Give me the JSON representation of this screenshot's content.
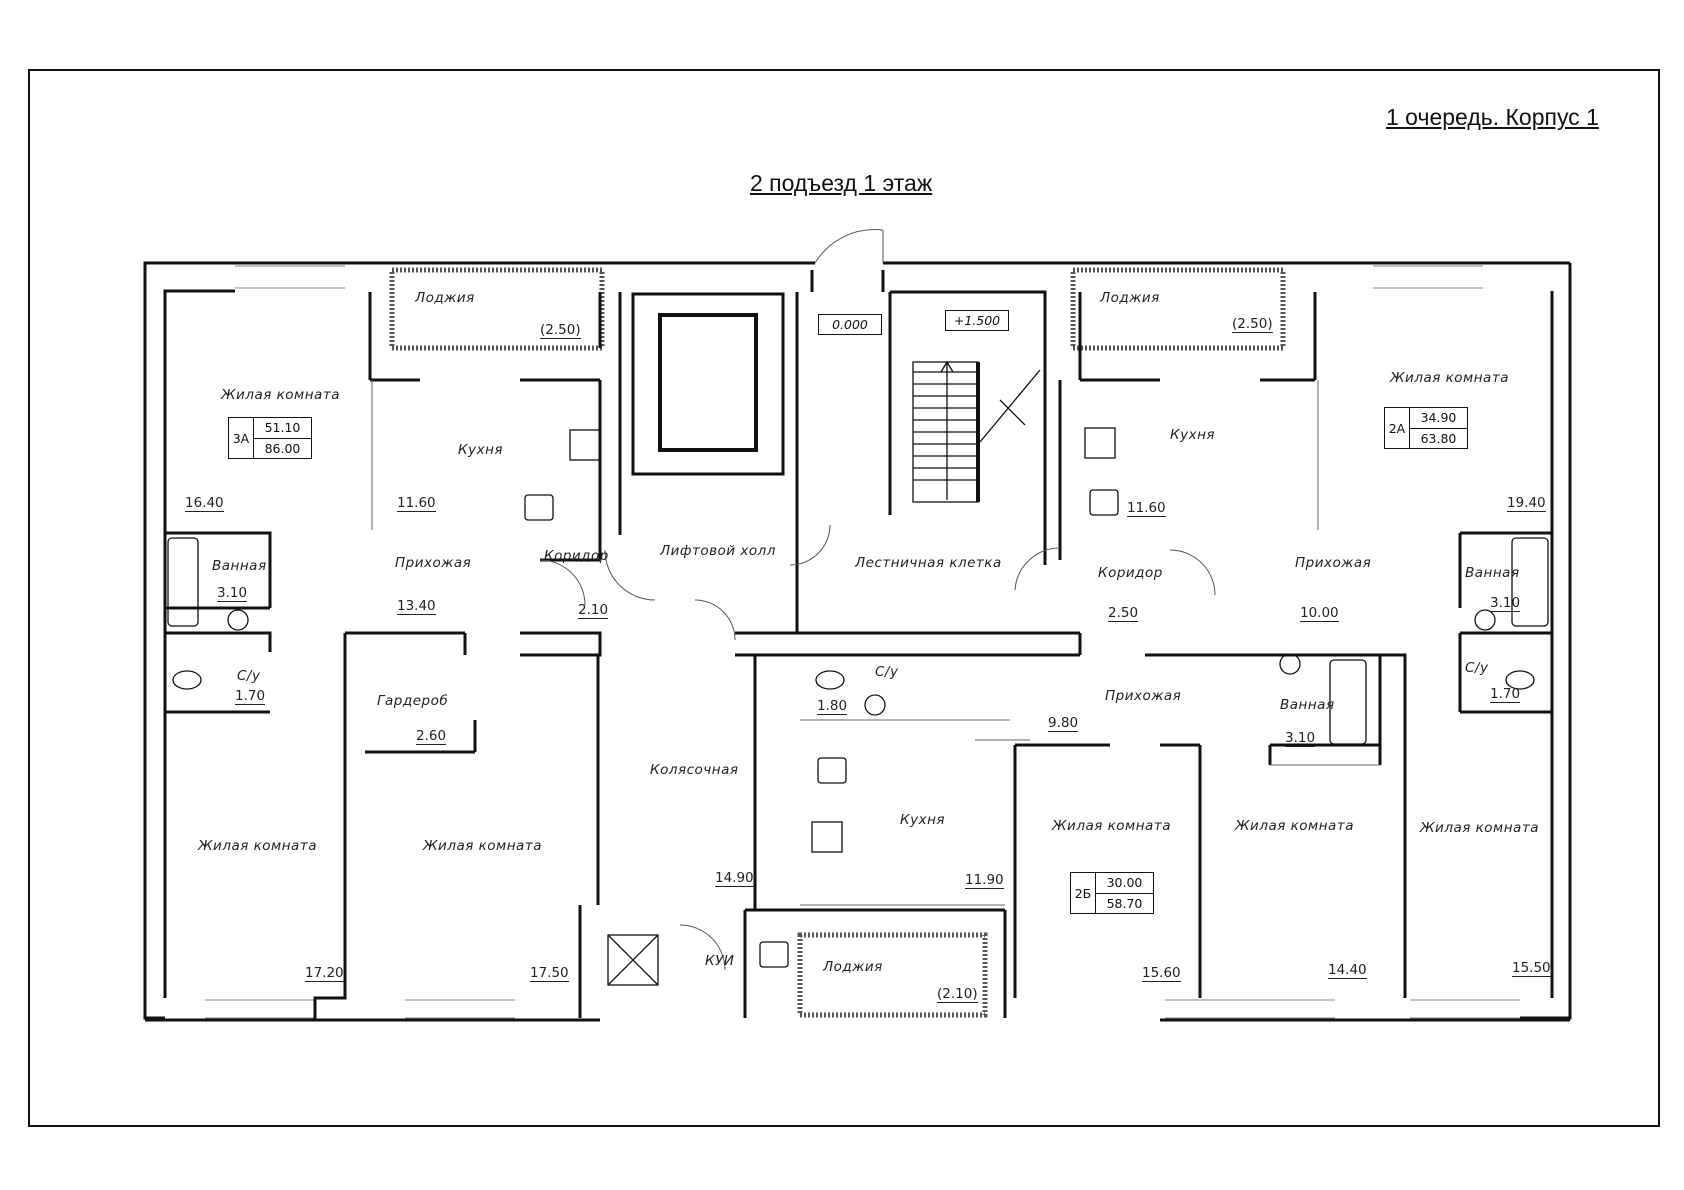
{
  "header": {
    "building": "1 очередь. Корпус 1",
    "floor": "2 подъезд   1 этаж"
  },
  "levels": {
    "entrance": "0.000",
    "landing": "+1.500"
  },
  "apartments": [
    {
      "code": "3А",
      "living": "51.10",
      "total": "86.00"
    },
    {
      "code": "2А",
      "living": "34.90",
      "total": "63.80"
    },
    {
      "code": "2Б",
      "living": "30.00",
      "total": "58.70"
    }
  ],
  "rooms": [
    {
      "name": "Лоджия",
      "area": "(2.50)"
    },
    {
      "name": "Жилая комната",
      "area": "16.40"
    },
    {
      "name": "Кухня",
      "area": "11.60"
    },
    {
      "name": "Ванная",
      "area": "3.10"
    },
    {
      "name": "Прихожая",
      "area": "13.40"
    },
    {
      "name": "Коридор",
      "area": "2.10"
    },
    {
      "name": "С/у",
      "area": "1.70"
    },
    {
      "name": "Гардероб",
      "area": "2.60"
    },
    {
      "name": "Жилая комната",
      "area": "17.20"
    },
    {
      "name": "Жилая комната",
      "area": "17.50"
    },
    {
      "name": "Лифтовой холл",
      "area": ""
    },
    {
      "name": "Колясочная",
      "area": "14.90"
    },
    {
      "name": "КУИ",
      "area": ""
    },
    {
      "name": "Лестничная клетка",
      "area": ""
    },
    {
      "name": "Лоджия",
      "area": "(2.10)"
    },
    {
      "name": "С/у",
      "area": "1.80"
    },
    {
      "name": "Кухня",
      "area": "11.90"
    },
    {
      "name": "Прихожая",
      "area": "9.80"
    },
    {
      "name": "Жилая комната",
      "area": "15.60"
    },
    {
      "name": "Лоджия",
      "area": "(2.50)"
    },
    {
      "name": "Кухня",
      "area": "11.60"
    },
    {
      "name": "Коридор",
      "area": "2.50"
    },
    {
      "name": "Прихожая",
      "area": "10.00"
    },
    {
      "name": "Жилая комната",
      "area": "19.40"
    },
    {
      "name": "Ванная",
      "area": "3.10"
    },
    {
      "name": "С/у",
      "area": "1.70"
    },
    {
      "name": "Ванная",
      "area": "3.10"
    },
    {
      "name": "Жилая комната",
      "area": "14.40"
    },
    {
      "name": "Жилая комната",
      "area": "15.50"
    }
  ]
}
